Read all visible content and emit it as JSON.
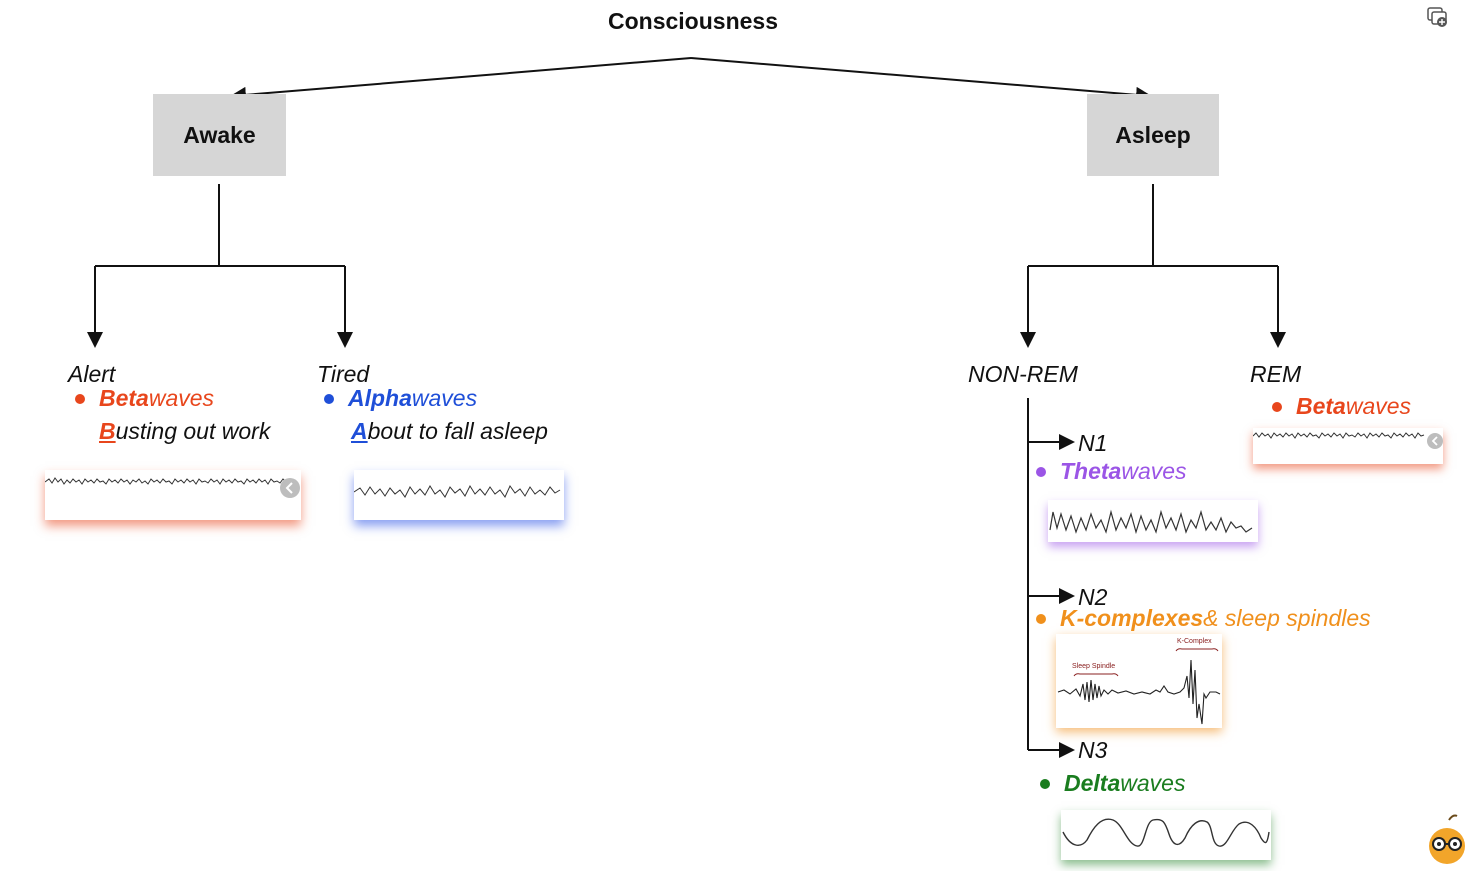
{
  "title": "Consciousness",
  "awake": {
    "label": "Awake",
    "alert": {
      "label": "Alert",
      "wave_name": "Beta",
      "wave_suffix": " waves",
      "mnemonic_first": "B",
      "mnemonic_rest": "usting out work",
      "color": "#e8461c"
    },
    "tired": {
      "label": "Tired",
      "wave_name": "Alpha",
      "wave_suffix": " waves",
      "mnemonic_first": "A",
      "mnemonic_rest": "bout to fall asleep",
      "color": "#1f4fd8"
    }
  },
  "asleep": {
    "label": "Asleep",
    "nonrem": {
      "label": "NON-REM",
      "n1": {
        "label": "N1",
        "wave_name": "Theta",
        "wave_suffix": " waves",
        "color": "#9b55e6"
      },
      "n2": {
        "label": "N2",
        "wave_name": "K-complexes",
        "wave_suffix": " & sleep spindles",
        "color": "#f0901c",
        "annot_spindle": "Sleep Spindle",
        "annot_kcomplex": "K-Complex"
      },
      "n3": {
        "label": "N3",
        "wave_name": "Delta",
        "wave_suffix": " waves",
        "color": "#1a7d1f"
      }
    },
    "rem": {
      "label": "REM",
      "wave_name": "Beta",
      "wave_suffix": " waves",
      "color": "#e8461c"
    }
  },
  "icons": {
    "corner": "add-screen-icon",
    "mascot": "mascot-icon"
  }
}
